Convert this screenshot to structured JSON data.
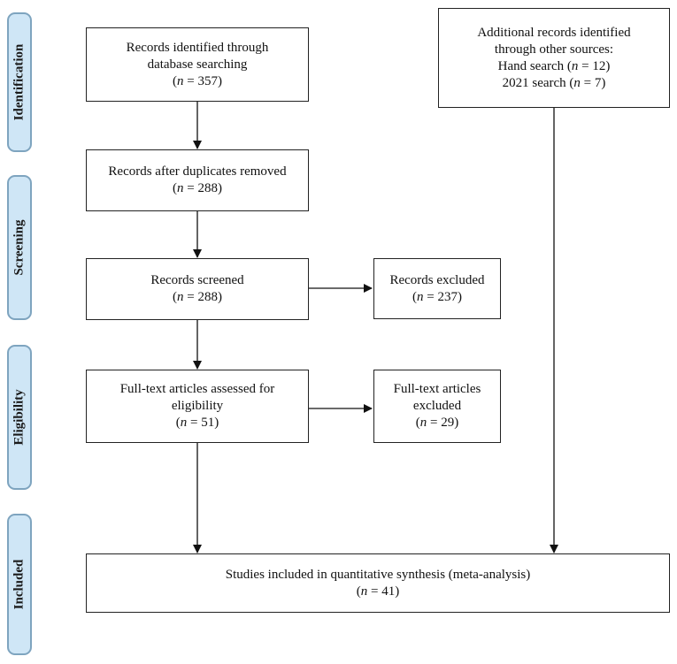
{
  "phases": {
    "identification": "Identification",
    "screening": "Screening",
    "eligibility": "Eligibility",
    "included": "Included"
  },
  "boxes": {
    "database_search": {
      "lines": [
        "Records identified through",
        "database searching"
      ],
      "n": "357"
    },
    "other_sources": {
      "lines": [
        "Additional records identified",
        "through other sources:"
      ],
      "hand_label": "Hand search",
      "hand_n": "12",
      "search2021_label": "2021 search",
      "search2021_n": "7"
    },
    "duplicates_removed": {
      "lines": [
        "Records after duplicates removed"
      ],
      "n": "288"
    },
    "screened": {
      "lines": [
        "Records screened"
      ],
      "n": "288"
    },
    "excluded": {
      "lines": [
        "Records excluded"
      ],
      "n": "237"
    },
    "fulltext_assessed": {
      "lines": [
        "Full-text articles assessed for",
        "eligibility"
      ],
      "n": "51"
    },
    "fulltext_excluded": {
      "lines": [
        "Full-text articles",
        "excluded"
      ],
      "n": "29"
    },
    "included": {
      "lines": [
        "Studies included in quantitative synthesis (meta-analysis)"
      ],
      "n": "41"
    }
  }
}
